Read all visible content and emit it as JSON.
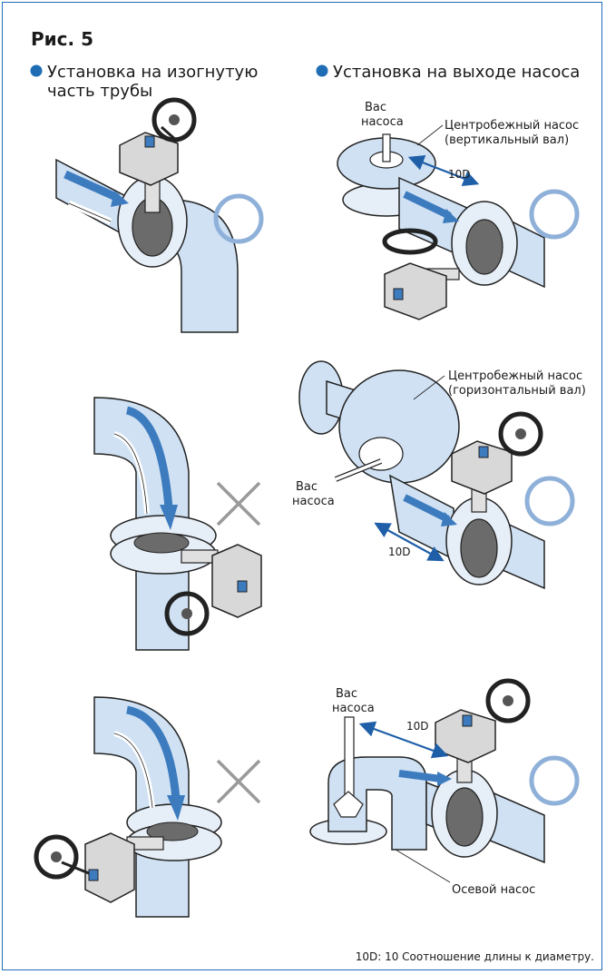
{
  "figure_title": "Рис. 5",
  "left_heading": {
    "line1": "Установка на изогнутую",
    "line2": "часть трубы"
  },
  "right_heading": "Установка на выходе насоса",
  "panels": {
    "top_right": {
      "shaft_label": {
        "line1": "Вас",
        "line2": "насоса"
      },
      "pump_label": {
        "line1": "Центробежный насос",
        "line2": "(вертикальный вал)"
      },
      "dimension": "10D"
    },
    "middle_right": {
      "shaft_label": {
        "line1": "Вас",
        "line2": "насоса"
      },
      "pump_label": {
        "line1": "Центробежный насос",
        "line2": "(горизонтальный вал)"
      },
      "dimension": "10D"
    },
    "bottom_right": {
      "shaft_label": {
        "line1": "Вас",
        "line2": "насоса"
      },
      "pump_label": "Осевой насос",
      "dimension": "10D"
    }
  },
  "footnote": "10D: 10 Соотношение длины к диаметру.",
  "colors": {
    "frame": "#1f6db5",
    "bullet": "#1f6db5",
    "pipe_fill": "#cfe1f3",
    "flow_arrow": "#3d7bbf",
    "ok_circle": "#8fb1d9",
    "ng_cross": "#9a9a9a",
    "valve_disc": "#6b6b6b",
    "dim_arrow": "#1f5fa8"
  }
}
